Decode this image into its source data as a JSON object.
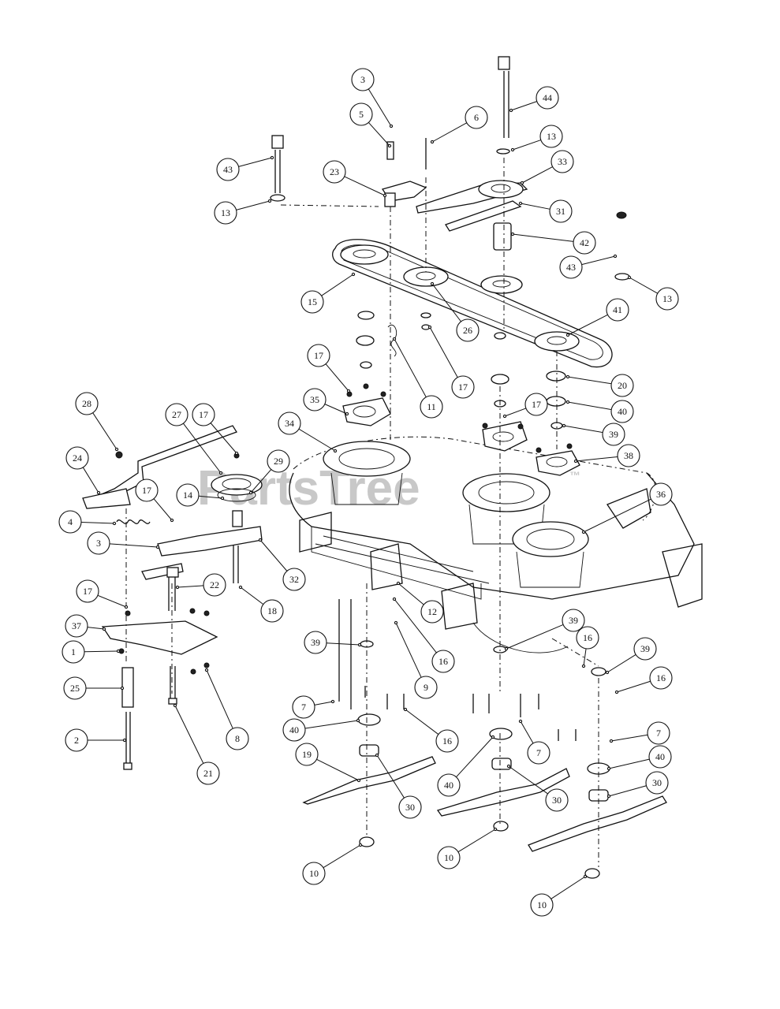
{
  "watermark": {
    "text": "PartsTree",
    "trademark": "™"
  },
  "callouts": [
    {
      "id": "c-44",
      "label": "44"
    },
    {
      "id": "c-3a",
      "label": "3"
    },
    {
      "id": "c-5",
      "label": "5"
    },
    {
      "id": "c-6",
      "label": "6"
    },
    {
      "id": "c-13a",
      "label": "13"
    },
    {
      "id": "c-33",
      "label": "33"
    },
    {
      "id": "c-43a",
      "label": "43"
    },
    {
      "id": "c-23",
      "label": "23"
    },
    {
      "id": "c-13b",
      "label": "13"
    },
    {
      "id": "c-31",
      "label": "31"
    },
    {
      "id": "c-42",
      "label": "42"
    },
    {
      "id": "c-43b",
      "label": "43"
    },
    {
      "id": "c-13c",
      "label": "13"
    },
    {
      "id": "c-15",
      "label": "15"
    },
    {
      "id": "c-41",
      "label": "41"
    },
    {
      "id": "c-26",
      "label": "26"
    },
    {
      "id": "c-17a",
      "label": "17"
    },
    {
      "id": "c-17b",
      "label": "17"
    },
    {
      "id": "c-11",
      "label": "11"
    },
    {
      "id": "c-20",
      "label": "20"
    },
    {
      "id": "c-40a",
      "label": "40"
    },
    {
      "id": "c-39a",
      "label": "39"
    },
    {
      "id": "c-17c",
      "label": "17"
    },
    {
      "id": "c-35",
      "label": "35"
    },
    {
      "id": "c-34",
      "label": "34"
    },
    {
      "id": "c-38",
      "label": "38"
    },
    {
      "id": "c-28",
      "label": "28"
    },
    {
      "id": "c-27",
      "label": "27"
    },
    {
      "id": "c-17d",
      "label": "17"
    },
    {
      "id": "c-24",
      "label": "24"
    },
    {
      "id": "c-29",
      "label": "29"
    },
    {
      "id": "c-36",
      "label": "36"
    },
    {
      "id": "c-17e",
      "label": "17"
    },
    {
      "id": "c-14",
      "label": "14"
    },
    {
      "id": "c-4",
      "label": "4"
    },
    {
      "id": "c-3b",
      "label": "3"
    },
    {
      "id": "c-32",
      "label": "32"
    },
    {
      "id": "c-22",
      "label": "22"
    },
    {
      "id": "c-18",
      "label": "18"
    },
    {
      "id": "c-17f",
      "label": "17"
    },
    {
      "id": "c-37",
      "label": "37"
    },
    {
      "id": "c-12",
      "label": "12"
    },
    {
      "id": "c-39b",
      "label": "39"
    },
    {
      "id": "c-39c",
      "label": "39"
    },
    {
      "id": "c-16a",
      "label": "16"
    },
    {
      "id": "c-16b",
      "label": "16"
    },
    {
      "id": "c-39d",
      "label": "39"
    },
    {
      "id": "c-1",
      "label": "1"
    },
    {
      "id": "c-9",
      "label": "9"
    },
    {
      "id": "c-25",
      "label": "25"
    },
    {
      "id": "c-16c",
      "label": "16"
    },
    {
      "id": "c-7a",
      "label": "7"
    },
    {
      "id": "c-8",
      "label": "8"
    },
    {
      "id": "c-40b",
      "label": "40"
    },
    {
      "id": "c-16d",
      "label": "16"
    },
    {
      "id": "c-2",
      "label": "2"
    },
    {
      "id": "c-7b",
      "label": "7"
    },
    {
      "id": "c-7c",
      "label": "7"
    },
    {
      "id": "c-21",
      "label": "21"
    },
    {
      "id": "c-19",
      "label": "19"
    },
    {
      "id": "c-40c",
      "label": "40"
    },
    {
      "id": "c-40d",
      "label": "40"
    },
    {
      "id": "c-30a",
      "label": "30"
    },
    {
      "id": "c-30b",
      "label": "30"
    },
    {
      "id": "c-30c",
      "label": "30"
    },
    {
      "id": "c-10a",
      "label": "10"
    },
    {
      "id": "c-10b",
      "label": "10"
    },
    {
      "id": "c-10c",
      "label": "10"
    }
  ]
}
